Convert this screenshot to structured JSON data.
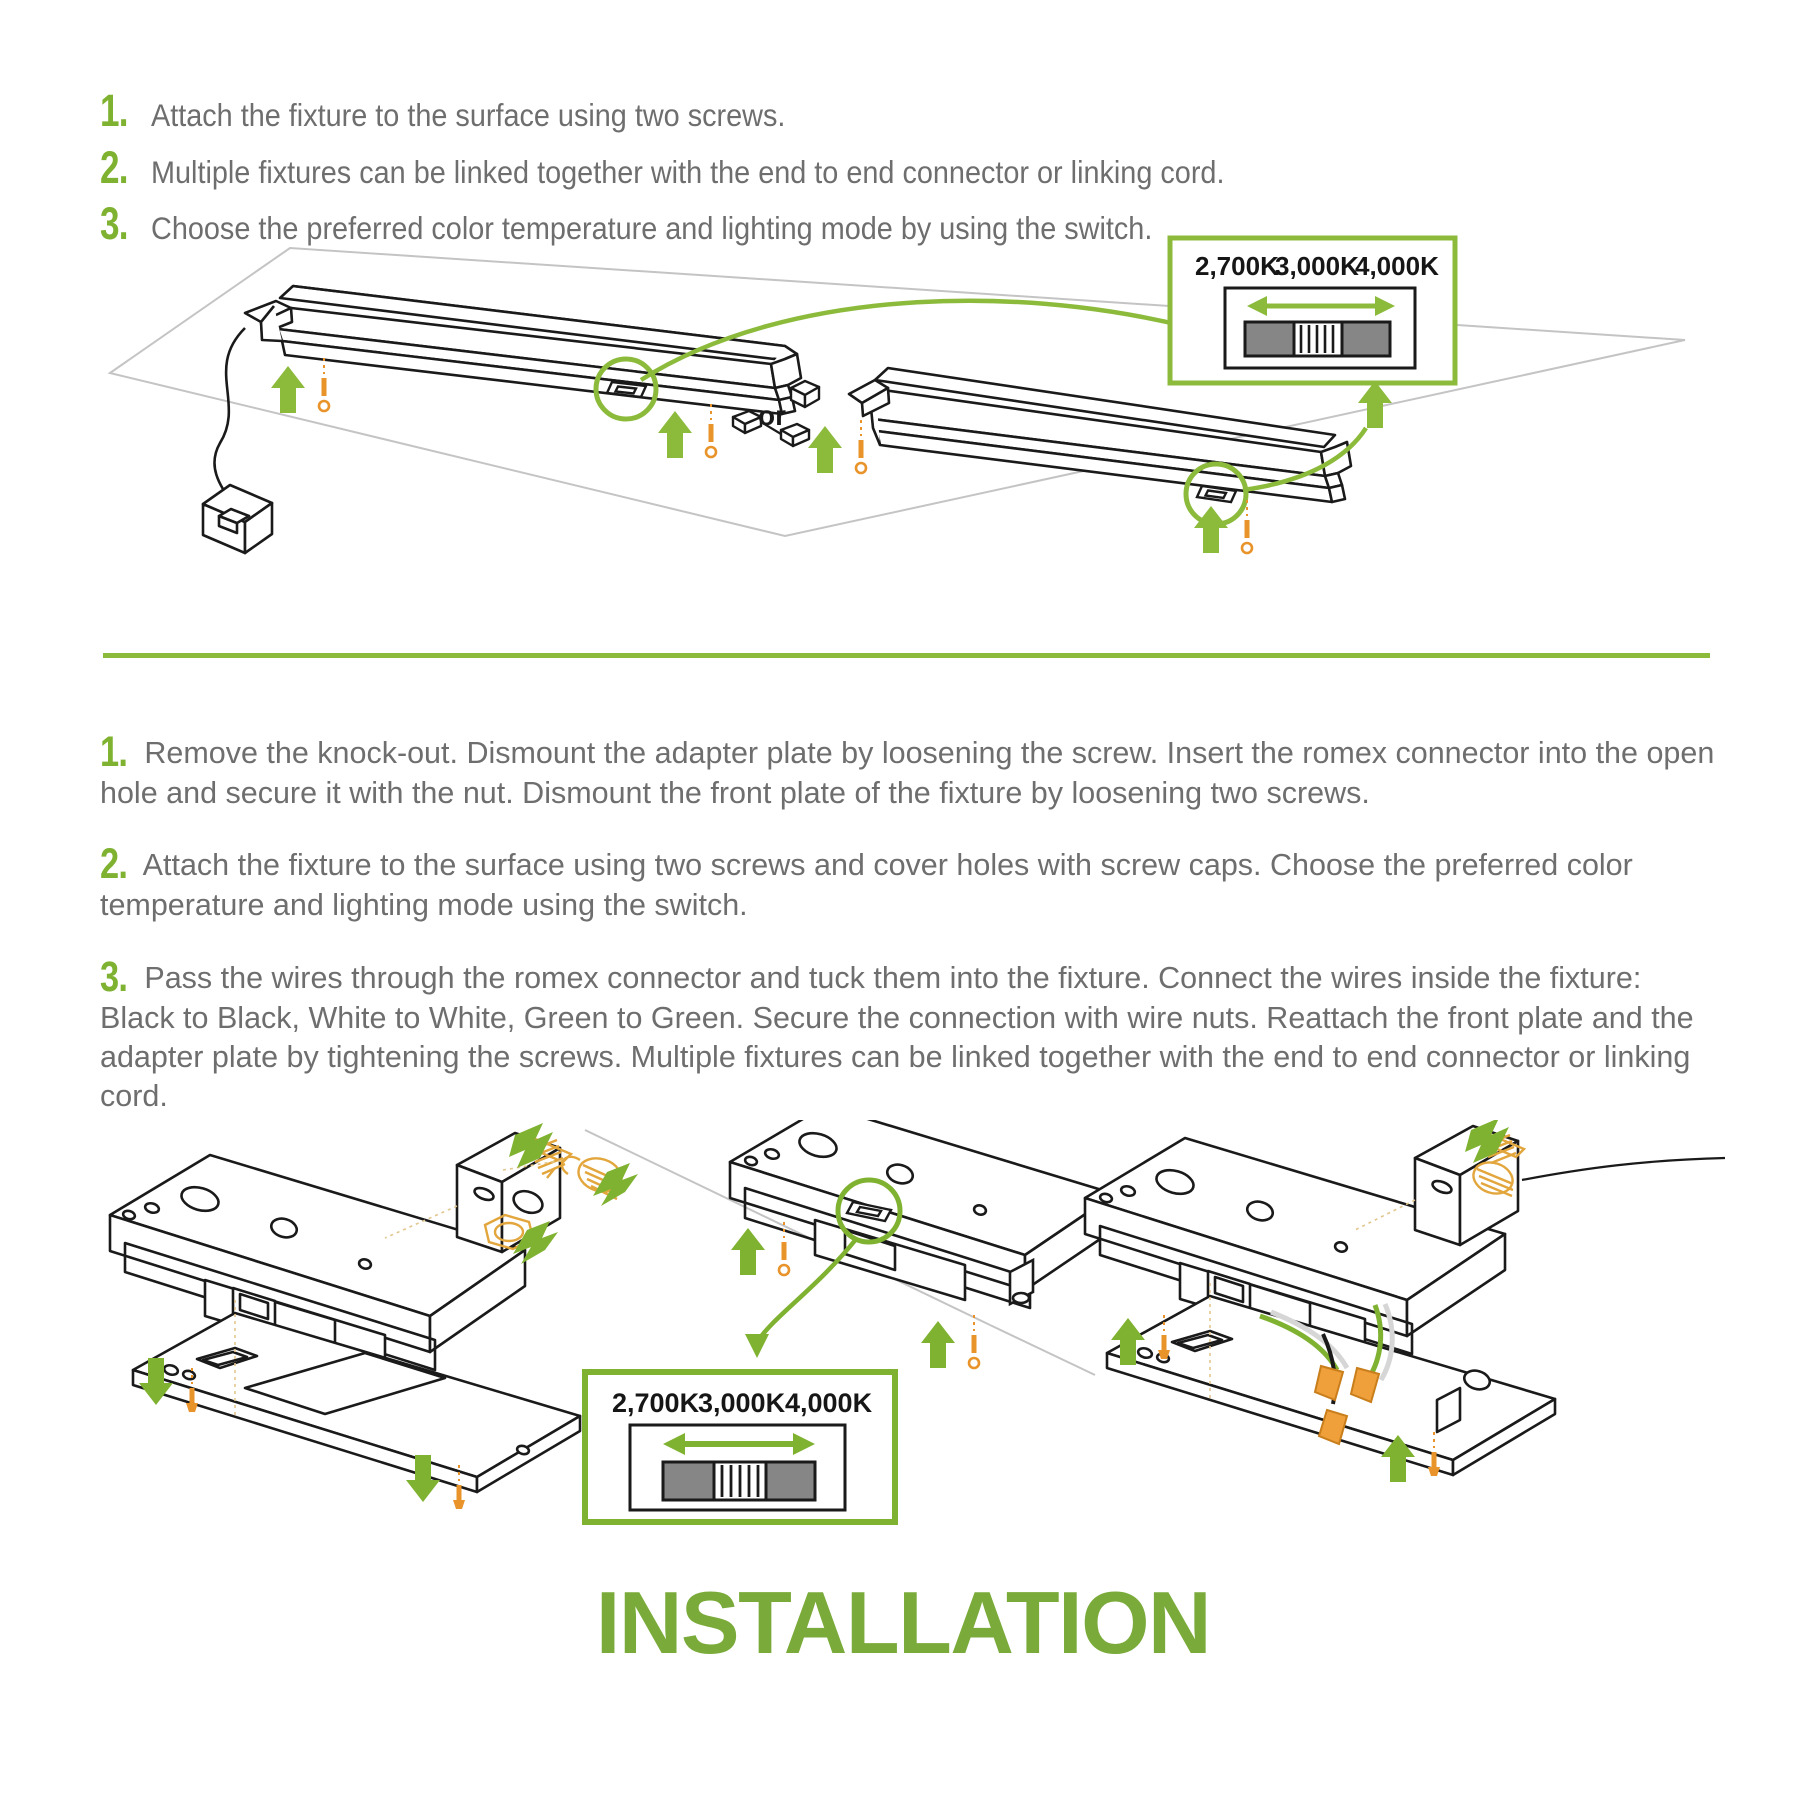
{
  "title": "INSTALLATION",
  "colors": {
    "green": "#7FB230",
    "green_title": "#7AAB3A",
    "green_rule": "#8CBB3C",
    "body_text": "#6E6E6E",
    "orange": "#E8942A",
    "line_art": "#1A1A1A",
    "surface_line": "#BFBFBF",
    "switch_gray": "#868686"
  },
  "top_steps": [
    {
      "num": "1.",
      "text": "Attach the fixture to the surface using two screws."
    },
    {
      "num": "2.",
      "text": "Multiple fixtures can be linked together with the end to end connector or linking cord."
    },
    {
      "num": "3.",
      "text": "Choose the preferred color temperature and lighting mode by using the switch."
    }
  ],
  "bottom_steps": [
    {
      "num": "1.",
      "text": " Remove the knock-out. Dismount the adapter plate by loosening the screw. Insert the romex connector into the open hole and secure it with the nut. Dismount the front plate of the fixture by loosening two screws."
    },
    {
      "num": "2.",
      "text": " Attach the fixture to the surface using two screws and cover holes with screw caps. Choose the preferred color temperature and lighting mode using the switch."
    },
    {
      "num": "3.",
      "text": " Pass the wires through the romex connector and tuck them into the fixture. Connect the wires inside the fixture: Black to Black, White to White, Green to Green. Secure the connection with wire nuts. Reattach the front plate and the adapter plate by tightening the screws. Multiple fixtures can be linked together with the end to end connector or linking cord."
    }
  ],
  "connector_choice_label": "or",
  "temperature_callout_top": {
    "labels": [
      "2,700K",
      "3,000K",
      "4,000K"
    ],
    "switch_type": "3-position slide switch",
    "arrow": "double-headed-horizontal"
  },
  "temperature_callout_bottom": {
    "labels": [
      "2,700K",
      "3,000K",
      "4,000K"
    ],
    "switch_type": "3-position slide switch",
    "arrow": "double-headed-horizontal"
  },
  "wire_colors": [
    "Black",
    "White",
    "Green"
  ]
}
